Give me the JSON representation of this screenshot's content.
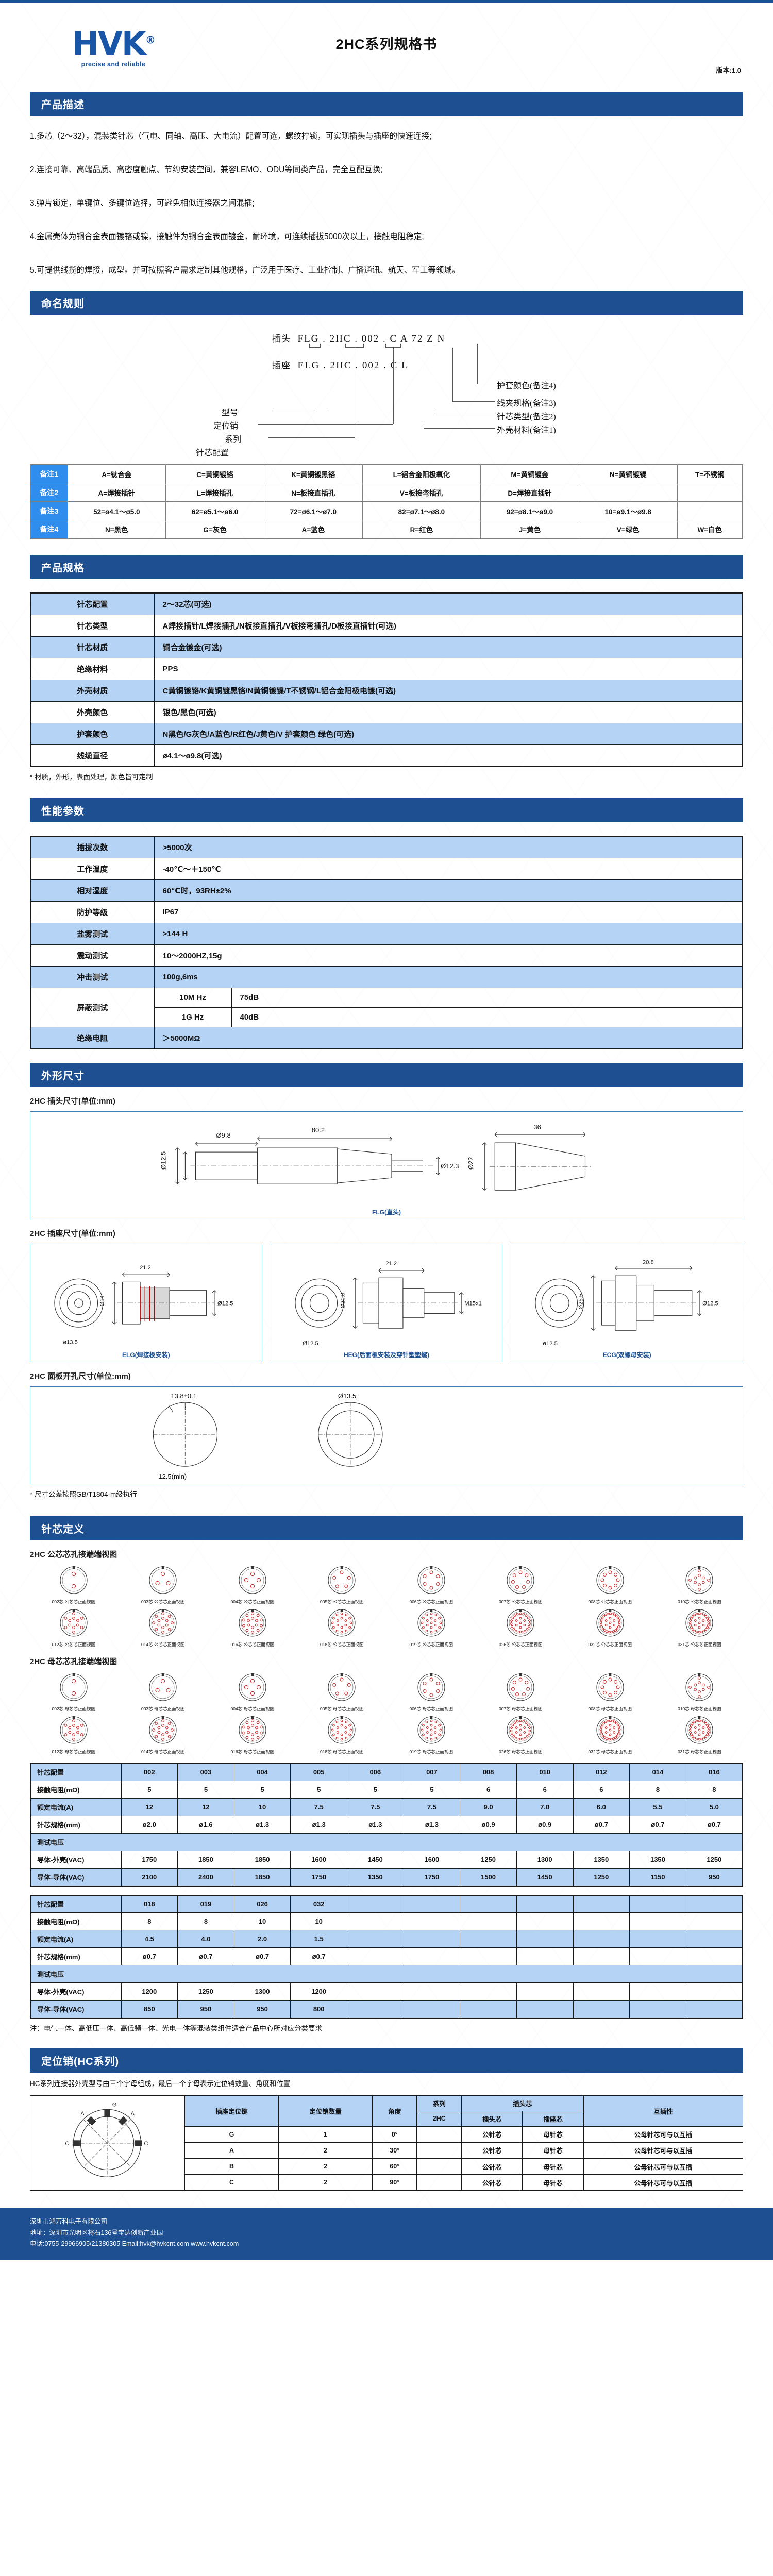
{
  "header": {
    "logo_text": "HVK",
    "logo_reg": "®",
    "logo_tagline": "precise and reliable",
    "title": "2HC系列规格书",
    "version": "版本:1.0"
  },
  "sections": {
    "description": "产品描述",
    "naming": "命名规则",
    "specs": "产品规格",
    "performance": "性能参数",
    "dimensions": "外形尺寸",
    "pin_definition": "针芯定义",
    "positioning": "定位销(HC系列)"
  },
  "description_items": [
    "1.多芯（2～32），混装类针芯（气电、同轴、高压、大电流）配置可选，螺纹拧锁，可实现插头与插座的快速连接;",
    "2.连接可靠、高端品质、高密度触点、节约安装空间，兼容LEMO、ODU等同类产品，完全互配互换;",
    "3.弹片锁定，单键位、多键位选择，可避免相似连接器之间混插;",
    "4.金属壳体为铜合金表面镀铬或镍，接触件为铜合金表面镀金，耐环境，可连续插拔5000次以上，接触电阻稳定;",
    "5.可提供线揽的焊接，成型。并可按照客户需求定制其他规格，广泛用于医疗、工业控制、广播通讯、航天、军工等领域。"
  ],
  "naming": {
    "plug_label": "插头",
    "plug_code": "FLG . 2HC . 002 . C A 72 Z N",
    "socket_label": "插座",
    "socket_code": "ELG . 2HC . 002 . C L",
    "left_legend": [
      "型号",
      "定位销",
      "系列",
      "针芯配置"
    ],
    "right_legend": [
      "护套颜色(备注4)",
      "线夹规格(备注3)",
      "针芯类型(备注2)",
      "外壳材料(备注1)"
    ]
  },
  "notes_table": [
    {
      "key": "备注1",
      "cells": [
        "A=钛合金",
        "C=黄铜镀铬",
        "K=黄铜镀黑铬",
        "L=铝合金阳极氧化",
        "M=黄铜镀金",
        "N=黄铜镀镍",
        "T=不锈钢"
      ]
    },
    {
      "key": "备注2",
      "cells": [
        "A=焊接插针",
        "L=焊接插孔",
        "N=板接直插孔",
        "V=板接弯插孔",
        "D=焊接直插针",
        "",
        ""
      ]
    },
    {
      "key": "备注3",
      "cells": [
        "52=ø4.1～ø5.0",
        "62=ø5.1～ø6.0",
        "72=ø6.1～ø7.0",
        "82=ø7.1～ø8.0",
        "92=ø8.1～ø9.0",
        "10=ø9.1～ø9.8",
        ""
      ]
    },
    {
      "key": "备注4",
      "cells": [
        "N=黑色",
        "G=灰色",
        "A=蓝色",
        "R=红色",
        "J=黄色",
        "V=绿色",
        "W=白色"
      ]
    }
  ],
  "spec_rows": [
    {
      "k": "针芯配置",
      "v": "2～32芯(可选)"
    },
    {
      "k": "针芯类型",
      "v": "A焊接插针/L焊接插孔/N板接直插孔/V板接弯插孔/D板接直插针(可选)"
    },
    {
      "k": "针芯材质",
      "v": "铜合金镀金(可选)"
    },
    {
      "k": "绝缘材料",
      "v": "PPS"
    },
    {
      "k": "外壳材质",
      "v": "C黄铜镀铬/K黄铜镀黑铬/N黄铜镀镍/T不锈钢/L铝合金阳极电镀(可选)"
    },
    {
      "k": "外壳颜色",
      "v": "银色/黑色(可选)"
    },
    {
      "k": "护套颜色",
      "v": "N黑色/G灰色/A蓝色/R红色/J黄色/V 护套颜色 绿色(可选)"
    },
    {
      "k": "线缆直径",
      "v": "ø4.1～ø9.8(可选)"
    }
  ],
  "spec_footnote": "* 材质，外形，表面处理，颜色皆可定制",
  "performance_rows": [
    {
      "k": "插拔次数",
      "v": ">5000次"
    },
    {
      "k": "工作温度",
      "v": "-40℃～＋150℃"
    },
    {
      "k": "相对湿度",
      "v": "60℃时，93RH±2%"
    },
    {
      "k": "防护等级",
      "v": "IP67"
    },
    {
      "k": "盐雾测试",
      "v": ">144 H"
    },
    {
      "k": "震动测试",
      "v": "10～2000HZ,15g"
    },
    {
      "k": "冲击测试",
      "v": "100g,6ms"
    }
  ],
  "shield_test": {
    "k": "屏蔽测试",
    "rows": [
      {
        "freq": "10M Hz",
        "val": "75dB"
      },
      {
        "freq": "1G Hz",
        "val": "40dB"
      }
    ]
  },
  "insulation": {
    "k": "绝缘电阻",
    "v": "＞5000MΩ"
  },
  "dimensions": {
    "plug_title": "2HC 插头尺寸(单位:mm)",
    "plug_caption": "FLG(直头)",
    "socket_title": "2HC 插座尺寸(单位:mm)",
    "socket_captions": [
      "ELG(焊接板安装)",
      "HEG(后面板安装及穿针塑塑螺)",
      "ECG(双螺母安装)"
    ],
    "panel_title": "2HC 面板开孔尺寸(单位:mm)",
    "footnote": "* 尺寸公差按照GB/T1804-m级执行",
    "plug_dims": [
      "Ø9.8",
      "36",
      "Ø12.5",
      "Ø12.5",
      "Ø12.3",
      "Ø22"
    ],
    "socket_dims": [
      "Ø14",
      "21.2",
      "Ø12.5",
      "Ø20.8",
      "Ø25.5",
      "Ø12.5",
      "M15x1",
      "ø13.5",
      "ø12.5"
    ],
    "panel_dims": [
      "Ø13.5",
      "13.8±0.1",
      "12.5(min)"
    ]
  },
  "pins": {
    "male_title": "2HC 公芯芯孔接端端视图",
    "female_title": "2HC 母芯芯孔接端端视图",
    "male_labels": [
      "002芯 公芯芯正面视图",
      "003芯 公芯芯正面视图",
      "004芯 公芯芯正面视图",
      "005芯 公芯芯正面视图",
      "006芯 公芯芯正面视图",
      "007芯 公芯芯正面视图",
      "008芯 公芯芯正面视图",
      "010芯 公芯芯正面视图",
      "012芯 公芯芯正面视图",
      "014芯 公芯芯正面视图",
      "016芯 公芯芯正面视图",
      "018芯 公芯芯正面视图",
      "019芯 公芯芯正面视图",
      "026芯 公芯芯正面视图",
      "032芯 公芯芯正面视图",
      "031芯 公芯芯正面视图"
    ],
    "female_labels": [
      "002芯 母芯芯正面视图",
      "003芯 母芯芯正面视图",
      "004芯 母芯芯正面视图",
      "005芯 母芯芯正面视图",
      "006芯 母芯芯正面视图",
      "007芯 母芯芯正面视图",
      "008芯 母芯芯正面视图",
      "010芯 母芯芯正面视图",
      "012芯 母芯芯正面视图",
      "014芯 母芯芯正面视图",
      "016芯 母芯芯正面视图",
      "018芯 母芯芯正面视图",
      "019芯 母芯芯正面视图",
      "026芯 母芯芯正面视图",
      "032芯 母芯芯正面视图",
      "031芯 母芯芯正面视图"
    ],
    "male_counts": [
      2,
      3,
      4,
      5,
      6,
      7,
      8,
      10,
      12,
      14,
      16,
      18,
      19,
      26,
      32,
      31
    ],
    "female_counts": [
      2,
      3,
      4,
      5,
      6,
      7,
      8,
      10,
      12,
      14,
      16,
      18,
      19,
      26,
      32,
      31
    ]
  },
  "table_a": {
    "headers": [
      "针芯配置",
      "002",
      "003",
      "004",
      "005",
      "006",
      "007",
      "008",
      "010",
      "012",
      "014",
      "016"
    ],
    "rows": [
      {
        "label": "接触电阻(mΩ)",
        "values": [
          "5",
          "5",
          "5",
          "5",
          "5",
          "5",
          "6",
          "6",
          "6",
          "8",
          "8"
        ]
      },
      {
        "label": "额定电流(A)",
        "values": [
          "12",
          "12",
          "10",
          "7.5",
          "7.5",
          "7.5",
          "9.0",
          "7.0",
          "6.0",
          "5.5",
          "5.0"
        ]
      },
      {
        "label": "针芯规格(mm)",
        "values": [
          "ø2.0",
          "ø1.6",
          "ø1.3",
          "ø1.3",
          "ø1.3",
          "ø1.3",
          "ø0.9",
          "ø0.9",
          "ø0.7",
          "ø0.7",
          "ø0.7"
        ]
      }
    ],
    "band": "测试电压",
    "volt_rows": [
      {
        "label": "导体-外壳(VAC)",
        "values": [
          "1750",
          "1850",
          "1850",
          "1600",
          "1450",
          "1600",
          "1250",
          "1300",
          "1350",
          "1350",
          "1250"
        ]
      },
      {
        "label": "导体-导体(VAC)",
        "values": [
          "2100",
          "2400",
          "1850",
          "1750",
          "1350",
          "1750",
          "1500",
          "1450",
          "1250",
          "1150",
          "950"
        ]
      }
    ]
  },
  "table_b": {
    "headers": [
      "针芯配置",
      "018",
      "019",
      "026",
      "032",
      "",
      "",
      "",
      "",
      "",
      "",
      ""
    ],
    "rows": [
      {
        "label": "接触电阻(mΩ)",
        "values": [
          "8",
          "8",
          "10",
          "10",
          "",
          "",
          "",
          "",
          "",
          "",
          ""
        ]
      },
      {
        "label": "额定电流(A)",
        "values": [
          "4.5",
          "4.0",
          "2.0",
          "1.5",
          "",
          "",
          "",
          "",
          "",
          "",
          ""
        ]
      },
      {
        "label": "针芯规格(mm)",
        "values": [
          "ø0.7",
          "ø0.7",
          "ø0.7",
          "ø0.7",
          "",
          "",
          "",
          "",
          "",
          "",
          ""
        ]
      }
    ],
    "band": "测试电压",
    "volt_rows": [
      {
        "label": "导体-外壳(VAC)",
        "values": [
          "1200",
          "1250",
          "1300",
          "1200",
          "",
          "",
          "",
          "",
          "",
          "",
          ""
        ]
      },
      {
        "label": "导体-导体(VAC)",
        "values": [
          "850",
          "950",
          "950",
          "800",
          "",
          "",
          "",
          "",
          "",
          "",
          ""
        ]
      }
    ]
  },
  "table_footnote": "注：电气一体、高低压一体、高低频一体、光电一体等混装类组件适合产品中心所对应分类要求",
  "positioning": {
    "intro": "HC系列连接器外壳型号由三个字母组成，最后一个字母表示定位销数量、角度和位置",
    "headers_top": [
      "插座定位键",
      "定位销数量",
      "角度",
      "系列",
      "插头芯",
      "插座芯",
      "互插性"
    ],
    "series_label": "2HC",
    "col_pin": "插头芯",
    "col_socket": "插座芯",
    "col_compat": "互插性",
    "rows": [
      {
        "key": "G",
        "count": "1",
        "angle": "0°",
        "plug": "公针芯",
        "socket": "母针芯",
        "compat": "公母针芯可与以互插"
      },
      {
        "key": "A",
        "count": "2",
        "angle": "30°",
        "plug": "公针芯",
        "socket": "母针芯",
        "compat": "公母针芯可与以互插"
      },
      {
        "key": "B",
        "count": "2",
        "angle": "60°",
        "plug": "公针芯",
        "socket": "母针芯",
        "compat": "公母针芯可与以互插"
      },
      {
        "key": "C",
        "count": "2",
        "angle": "90°",
        "plug": "公针芯",
        "socket": "母针芯",
        "compat": "公母针芯可与以互插"
      }
    ]
  },
  "footer": {
    "line1": "深圳市鸿万科电子有限公司",
    "line2": "地址：深圳市光明区将石136号宝达创新产业园",
    "line3": "电话:0755-29966905/21380305    Email:hvk@hvkcnt.com    www.hvkcnt.com"
  }
}
